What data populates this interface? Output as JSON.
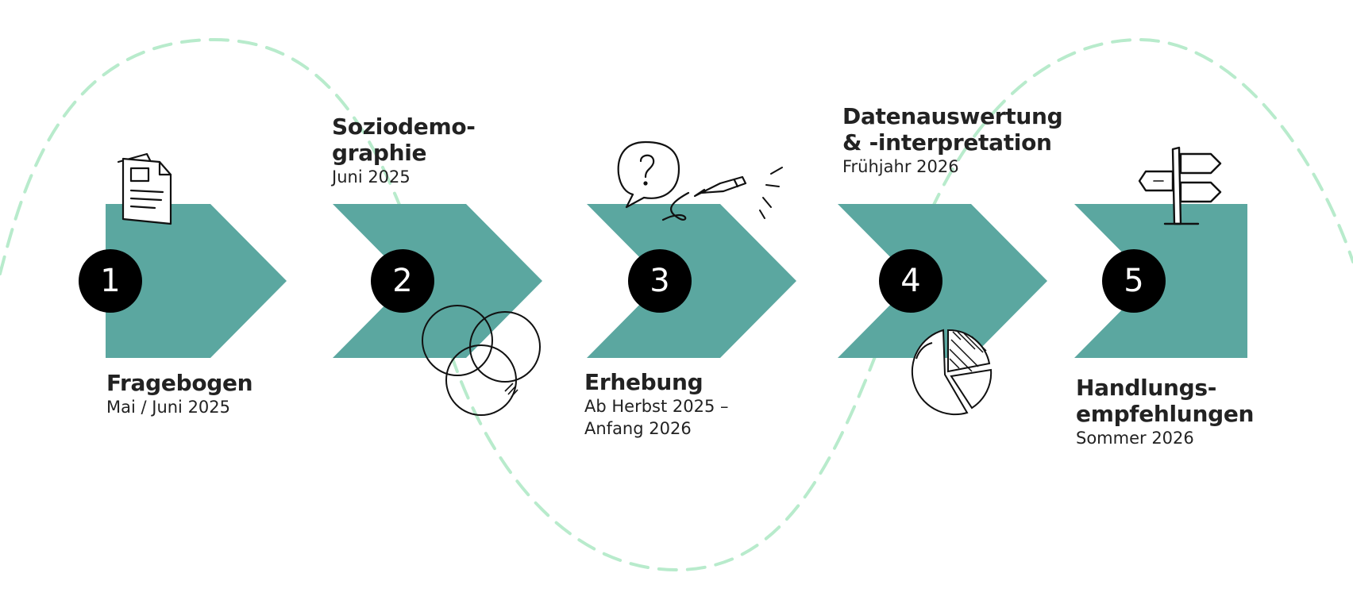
{
  "colors": {
    "arrow": "#5ba7a0",
    "badge": "#000000",
    "badge_text": "#ffffff",
    "wave": "#b8ebcc",
    "text": "#222222"
  },
  "steps": [
    {
      "number": "1",
      "title": "Fragebogen",
      "date": "Mai / Juni 2025",
      "icon": "document-icon"
    },
    {
      "number": "2",
      "title": "Soziodemo-\ngraphie",
      "date": "Juni 2025",
      "icon": "venn-circles-icon"
    },
    {
      "number": "3",
      "title": "Erhebung",
      "date": "Ab Herbst 2025 –\nAnfang 2026",
      "icon": "speech-bubble-pencil-icon"
    },
    {
      "number": "4",
      "title": "Datenauswertung\n& -interpretation",
      "date": "Frühjahr 2026",
      "icon": "pie-chart-icon"
    },
    {
      "number": "5",
      "title": "Handlungs-\nempfehlungen",
      "date": "Sommer 2026",
      "icon": "signpost-icon"
    }
  ]
}
